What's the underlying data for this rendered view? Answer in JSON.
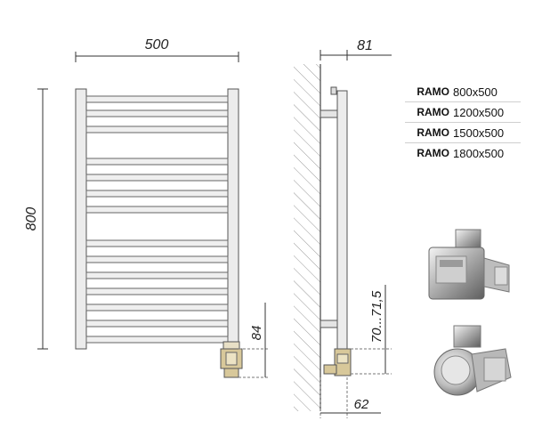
{
  "dimensions": {
    "width": "500",
    "height": "800",
    "depth": "81",
    "heater_offset": "84",
    "pipe_offset": "70...71,5",
    "bottom_offset": "62"
  },
  "models": [
    {
      "name": "RAMO",
      "size": "800x500"
    },
    {
      "name": "RAMO",
      "size": "1200x500"
    },
    {
      "name": "RAMO",
      "size": "1500x500"
    },
    {
      "name": "RAMO",
      "size": "1800x500"
    }
  ],
  "colors": {
    "rail": "#e8e8e8",
    "rail_stroke": "#555555",
    "hatch": "#888888",
    "brass": "#d8c89a"
  }
}
